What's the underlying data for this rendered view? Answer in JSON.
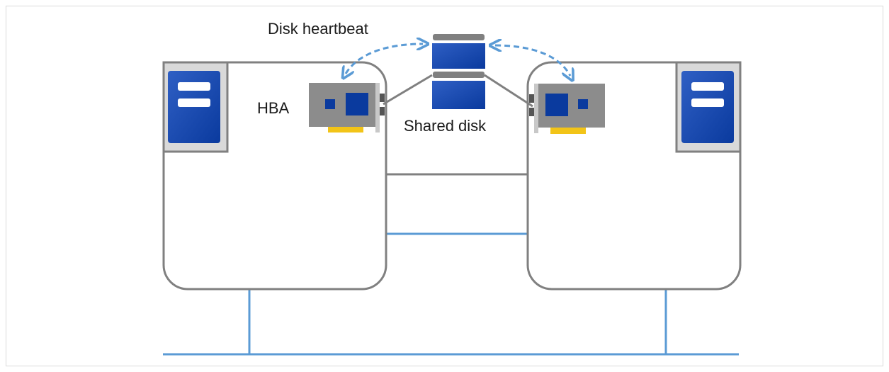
{
  "labels": {
    "disk_heartbeat": "Disk heartbeat",
    "hba": "HBA",
    "shared_disk": "Shared disk"
  },
  "colors": {
    "server_outline": "#808080",
    "server_blue": "#0a3a9e",
    "server_gray": "#d9d9d9",
    "link_blue": "#5b9bd5",
    "link_gray": "#808080",
    "card_gray": "#8c8c8c",
    "card_gold": "#f2c418",
    "chip_blue": "#0a3a9e",
    "disk_blue": "#0a3a9e",
    "disk_cap_gray": "#808080"
  },
  "icons": [
    "server-icon",
    "hba-card-icon",
    "shared-disk-icon",
    "heartbeat-arrow-icon"
  ]
}
